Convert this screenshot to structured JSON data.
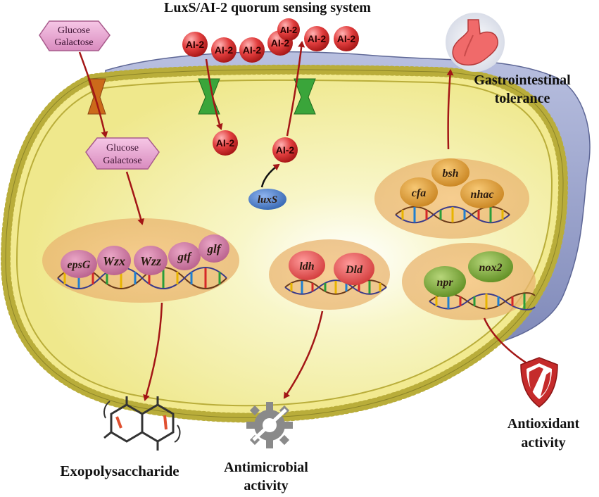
{
  "title": "LuxS/AI-2 quorum sensing system",
  "sugar_outside": [
    "Glucose",
    "Galactose"
  ],
  "sugar_inside": [
    "Glucose",
    "Galactose"
  ],
  "ai2_label": "AI-2",
  "luxs_label": "luxS",
  "gene_groups": {
    "eps": [
      "epsG",
      "Wzx",
      "Wzz",
      "gtf",
      "glf"
    ],
    "bile": [
      "bsh",
      "cfa",
      "nhac"
    ],
    "antimicrobial": [
      "ldh",
      "Dld"
    ],
    "oxidative": [
      "npr",
      "nox2"
    ]
  },
  "outputs": {
    "gastro": [
      "Gastrointestinal",
      "tolerance"
    ],
    "eps": "Exopolysaccharide",
    "antimicrobial": [
      "Antimicrobial",
      "activity"
    ],
    "antioxidant": [
      "Antioxidant",
      "activity"
    ]
  },
  "icons": [
    "stomach-icon",
    "hexagon-molecule-icon",
    "gear-no-bacteria-icon",
    "shield-icon"
  ],
  "colors": {
    "cell_fill": "#f6f3a6",
    "membrane": "#c9bf4e",
    "outer_layer": "#9aa3cc",
    "ai2": "#d93a3a",
    "arrow": "#a31616",
    "luxs": "#4f7ec8",
    "channel": "#3aa53a",
    "sugar_box": "#e6a3cf"
  }
}
